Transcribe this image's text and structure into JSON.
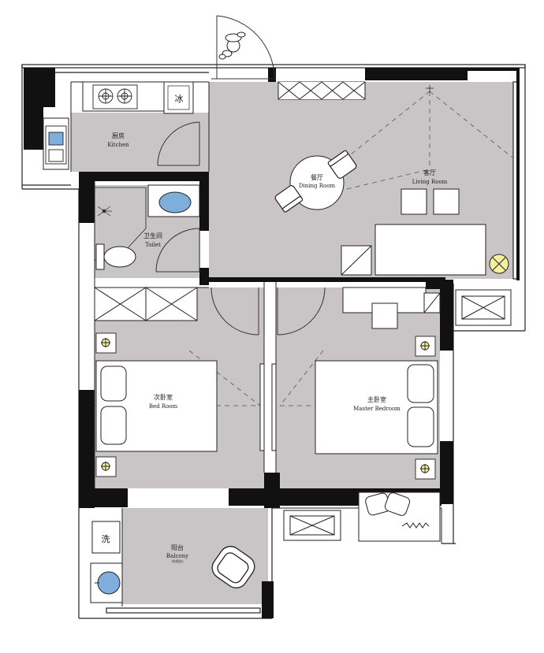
{
  "rooms": {
    "kitchen": {
      "cn": "厨房",
      "en": "Kitchen"
    },
    "toilet": {
      "cn": "卫生间",
      "en": "Toilet"
    },
    "dining": {
      "cn": "餐厅",
      "en": "Dining Room"
    },
    "living": {
      "cn": "客厅",
      "en": "Living Room"
    },
    "second": {
      "cn": "次卧室",
      "en": "Bed Room"
    },
    "master": {
      "cn": "主卧室",
      "en": "Master Bedroom"
    },
    "balcony": {
      "cn": "阳台",
      "en": "Balcony",
      "sub": "(外阳台)"
    }
  },
  "fixtures": {
    "fridge_glyph": "冰",
    "washer_glyph": "洗"
  },
  "icons": [
    "person-icon",
    "stove-icon",
    "sink-icon",
    "basin-icon",
    "toilet-icon",
    "shower-icon",
    "lamp-icon",
    "plant-icon",
    "armchair-icon",
    "bed-icon"
  ],
  "colors": {
    "floor": "#c9c4c6",
    "wall": "#111111",
    "basin": "#7faedc",
    "lamp": "#f3f0a0",
    "line": "#333333"
  }
}
